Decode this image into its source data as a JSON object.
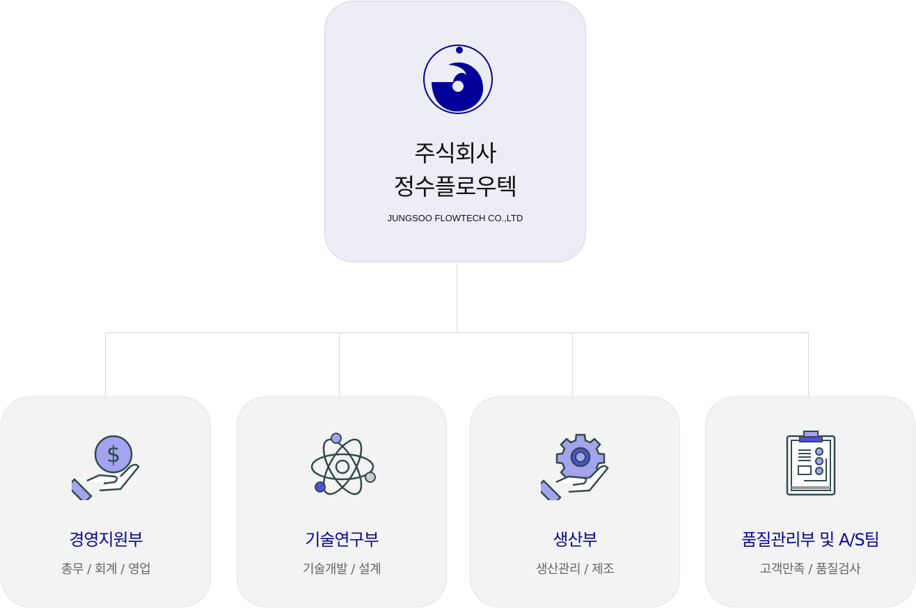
{
  "company": {
    "name_line1": "주식회사",
    "name_line2": "정수플로우텍",
    "name_en": "JUNGSOO FLOWTECH CO.,LTD"
  },
  "departments": [
    {
      "title": "경영지원부",
      "subtitle": "총무 / 회계 / 영업",
      "icon": "money-hand-icon"
    },
    {
      "title": "기술연구부",
      "subtitle": "기술개발 / 설계",
      "icon": "atom-icon"
    },
    {
      "title": "생산부",
      "subtitle": "생산관리 / 제조",
      "icon": "gear-hand-icon"
    },
    {
      "title": "품질관리부 및 A/S팀",
      "subtitle": "고객만족 / 품질검사",
      "icon": "clipboard-icon"
    }
  ],
  "colors": {
    "brand": "#000099",
    "accent": "#a3a3ef",
    "outline": "#2f4a4a"
  }
}
